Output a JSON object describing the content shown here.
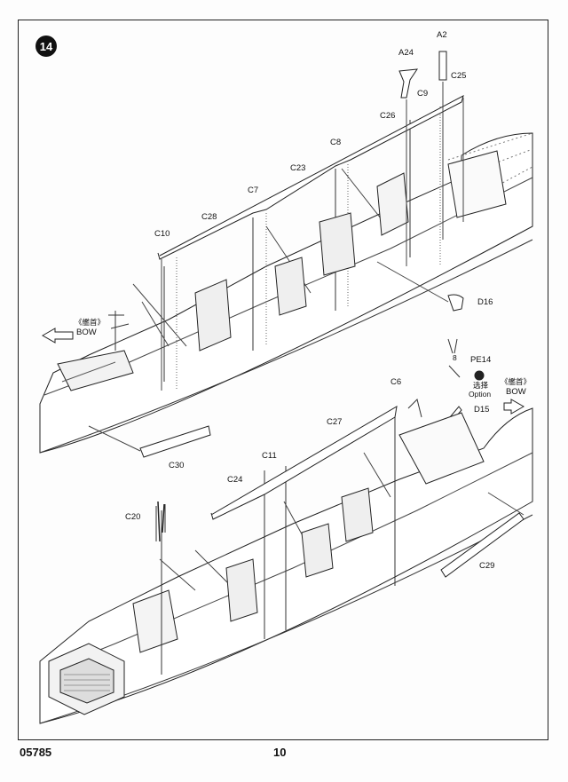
{
  "step": {
    "number": "14"
  },
  "footer": {
    "catalog_number": "05785",
    "page_number": "10"
  },
  "bow_marker_top": {
    "cn": "《艦首》",
    "en": "BOW"
  },
  "bow_marker_bottom": {
    "cn": "《艦首》",
    "en": "BOW"
  },
  "option_note": {
    "part": "PE14",
    "count": "8",
    "cn": "选择",
    "en": "Option"
  },
  "upper_parts": {
    "a2": "A2",
    "a24": "A24",
    "c25": "C25",
    "c9": "C9",
    "c26": "C26",
    "c8": "C8",
    "c23": "C23",
    "c7": "C7",
    "c28": "C28",
    "c10": "C10",
    "d16": "D16",
    "c30": "C30"
  },
  "lower_parts": {
    "c6": "C6",
    "d15": "D15",
    "c27": "C27",
    "c11": "C11",
    "c24": "C24",
    "c20": "C20",
    "c29": "C29"
  }
}
